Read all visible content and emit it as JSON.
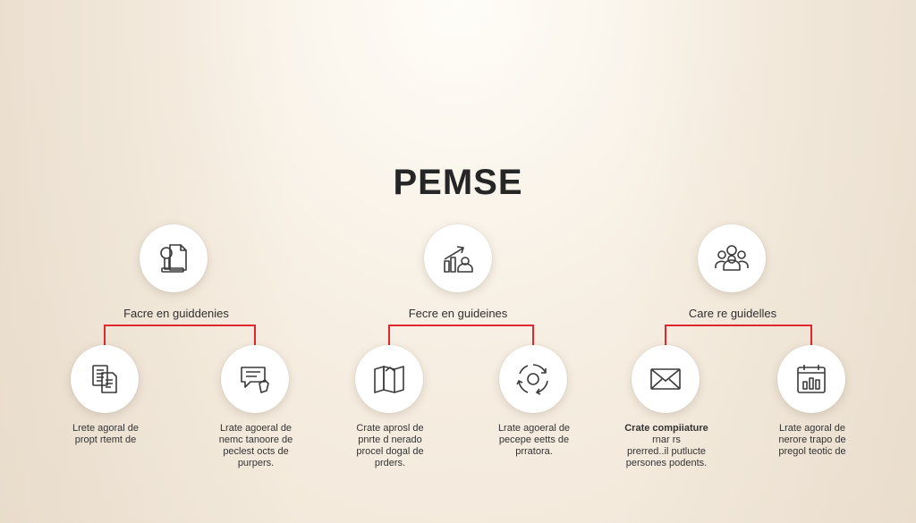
{
  "title": "PEMSE",
  "connector_color": "#e0262e",
  "groups": [
    {
      "label": "Facre en guiddenies",
      "icon": "document-key-icon",
      "children": [
        {
          "icon": "documents-icon",
          "lines": [
            "Lrete agoral de",
            "propt rtemt de"
          ]
        },
        {
          "icon": "speech-bubble-icon",
          "lines": [
            "Lrate agoeral de",
            "nemc tanoore de",
            "peclest octs de",
            "purpers."
          ]
        }
      ]
    },
    {
      "label": "Fecre en guideines",
      "icon": "growth-person-icon",
      "children": [
        {
          "icon": "book-icon",
          "lines": [
            "Crate aprosl de",
            "pnrte d nerado",
            "procel dogal de",
            "prders."
          ]
        },
        {
          "icon": "cycle-arrows-icon",
          "lines": [
            "Lrate agoeral de",
            "pecepe eetts de",
            "prratora."
          ]
        }
      ]
    },
    {
      "label": "Care re guidelles",
      "icon": "group-people-icon",
      "children": [
        {
          "icon": "envelope-icon",
          "lines": [
            "Crate compiiature",
            "rnar rs",
            "prerred..il putlucte",
            "persones podents."
          ]
        },
        {
          "icon": "calendar-chart-icon",
          "lines": [
            "Lrate agoral de",
            "nerore trapo de",
            "pregol teotic de"
          ]
        }
      ]
    }
  ]
}
